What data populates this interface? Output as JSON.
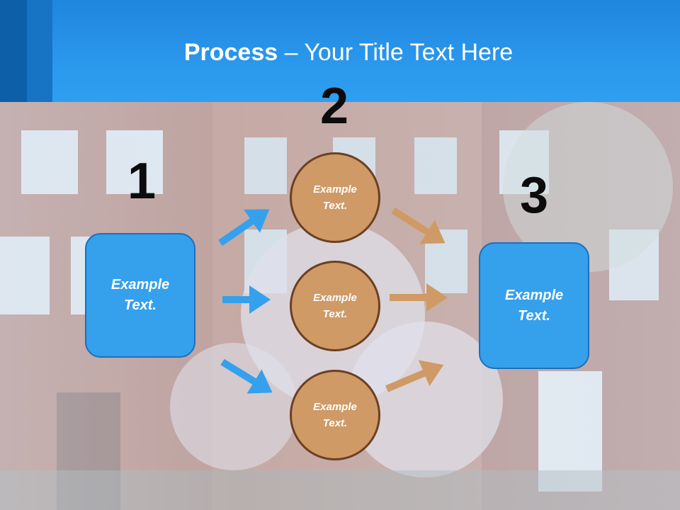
{
  "slide": {
    "title_bold": "Process",
    "title_rest": " – Your Title Text Here"
  },
  "steps": {
    "step1_number": "1",
    "step2_number": "2",
    "step3_number": "3"
  },
  "boxes": {
    "left_text": "Example Text.",
    "right_text": "Example Text."
  },
  "circles": [
    {
      "text": "Example Text."
    },
    {
      "text": "Example Text."
    },
    {
      "text": "Example Text."
    }
  ],
  "colors": {
    "header_blue": "#2a97ec",
    "box_blue": "#35a0ec",
    "circle_tan": "#cf9a66",
    "arrow_blue": "#35a0ec",
    "arrow_tan": "#cf9a66"
  }
}
